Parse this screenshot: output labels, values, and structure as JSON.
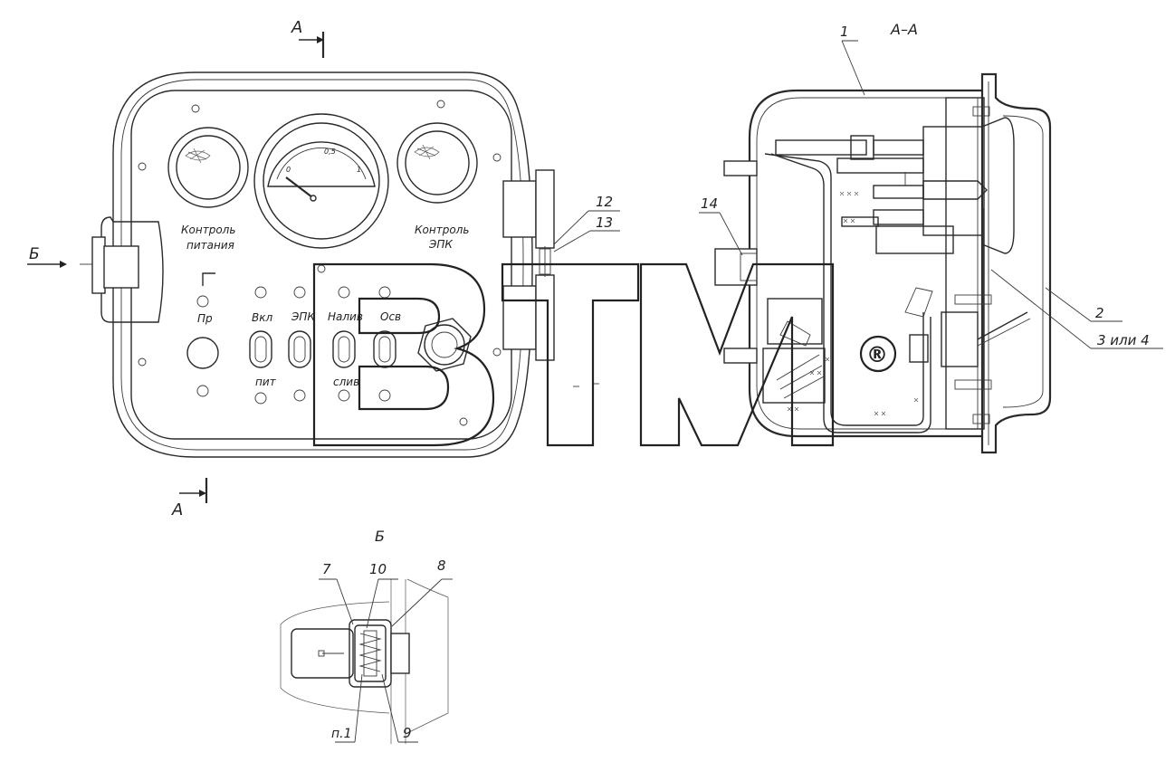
{
  "labels": {
    "section_a_top": "А",
    "section_a_bottom": "А",
    "section_aa_title": "А–А",
    "view_b_arrow": "Б",
    "view_b_title": "Б",
    "control_power": [
      "Контроль",
      "питания"
    ],
    "control_epk": [
      "Контроль",
      "ЭПК"
    ],
    "sw_pr": "Пр",
    "sw_vkl": "Вкл",
    "sw_pit": "пит",
    "sw_epk": "ЭПК",
    "sw_naliv": "Налив",
    "sw_sliv": "слив",
    "sw_osv": "Осв",
    "gauge_0": "0",
    "gauge_05": "0,5",
    "gauge_1": "1"
  },
  "callouts": {
    "c1": "1",
    "c2": "2",
    "c3": "3 или 4",
    "c7": "7",
    "c8": "8",
    "c9": "9",
    "c10": "10",
    "c12": "12",
    "c13": "13",
    "c14": "14",
    "n1": "п.1"
  },
  "watermark": {
    "text": "BTM",
    "registered": "®"
  }
}
